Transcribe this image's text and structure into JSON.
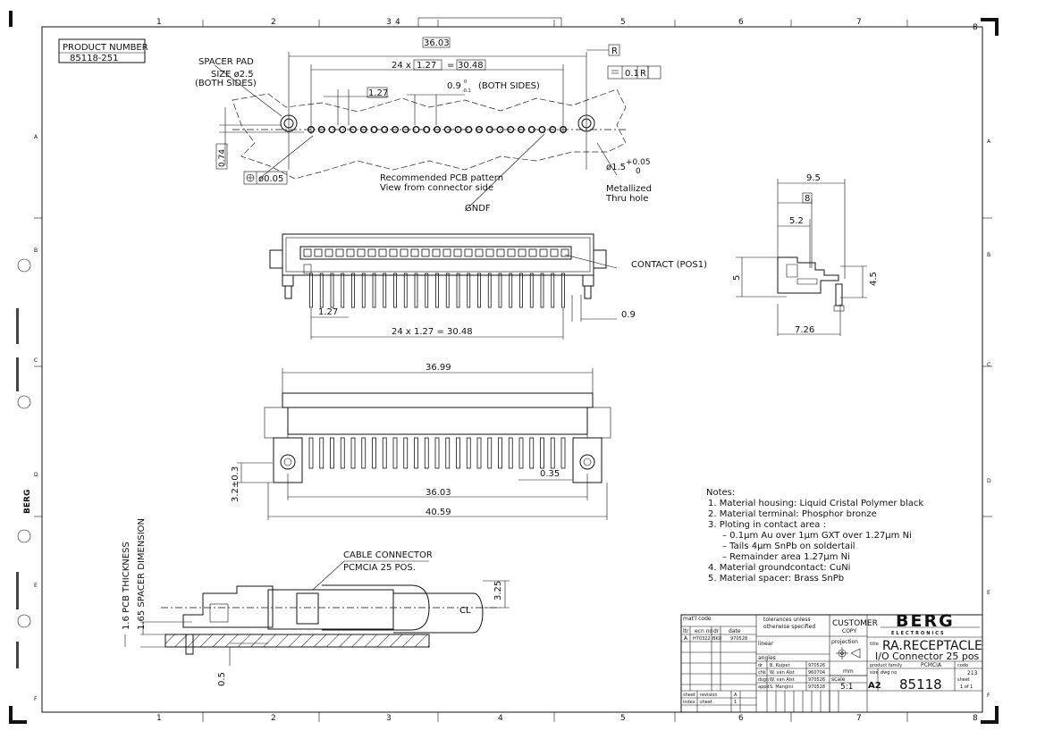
{
  "product_number": {
    "label": "PRODUCT NUMBER",
    "value": "85118-251"
  },
  "pcb_view": {
    "spacer_pad": "SPACER PAD",
    "size": "SIZE ø2.5",
    "both_sides": "(BOTH SIDES)",
    "dim_overall": "36.03",
    "dim_pitch_box": "1.27",
    "dim_pitch_total": "30.48",
    "dim_pitch_prefix": "24 x",
    "dim_pitch_eq": "=",
    "dim_pitch_small": "1.27",
    "hole_tol": "0.9",
    "hole_tol_sup": "0",
    "hole_tol_sub": "-0.1",
    "hole_tol_note": "(BOTH SIDES)",
    "datum": "R",
    "flatness": "0.1",
    "dim_074": "0.74",
    "position_tol": "ø0.05",
    "caption_1": "Recommended PCB pattern",
    "caption_2": "View from connector side",
    "metal_dia": "ø1.5",
    "metal_sup": "+0.05",
    "metal_sub": "0",
    "metallized": "Metallized",
    "thru_hole": "Thru hole",
    "gndf": "GNDF"
  },
  "front_view": {
    "contact": "CONTACT (POS1)",
    "dim_pitch": "1.27",
    "dim_total": "24 x 1.27 = 30.48",
    "dim_09": "0.9"
  },
  "side_view": {
    "dim_95": "9.5",
    "dim_8": "8",
    "dim_52": "5.2",
    "dim_5": "5",
    "dim_45": "4.5",
    "dim_726": "7.26"
  },
  "top_view": {
    "dim_3699": "36.99",
    "dim_035": "0.35",
    "dim_32": "3.2±0.3",
    "dim_3603": "36.03",
    "dim_4059": "40.59"
  },
  "section_view": {
    "pcb_thickness": "1.6 PCB THICKNESS",
    "spacer_dim": "1.65 SPACER DIMENSION",
    "cable_connector": "CABLE CONNECTOR",
    "pcmcia": "PCMCIA 25 POS.",
    "dim_325": "3.25",
    "dim_05": "0.5",
    "centerline": "CL"
  },
  "notes": {
    "title": "Notes:",
    "lines": [
      "1. Material housing: Liquid Cristal Polymer black",
      "2. Material terminal: Phosphor bronze",
      "3. Ploting in contact area :",
      "    –  0.1μm Au over 1μm GXT over 1.27μm Ni",
      "    –  Tails 4μm SnPb on soldertail",
      "    –  Remainder area 1.27μm Ni",
      "4. Material groundcontact: CuNi",
      "5. Material spacer: Brass SnPb"
    ]
  },
  "title_block": {
    "mat_code": "mat'l code",
    "ltr": "ltr",
    "ecn_no": "ecn no",
    "dr": "dr",
    "date": "date",
    "rev_ltr": "A",
    "rev_ecn": "H70322",
    "rev_dr": "BKU",
    "rev_date": "970528",
    "tolerances": "tolerances unless otherwise specified",
    "linear": "linear",
    "angles": "angles",
    "dr_lbl": "dr",
    "chk_lbl": "chk",
    "dsgn_lbl": "dsgn",
    "appd_lbl": "appd",
    "dr_name": "B. Kuiper",
    "chk_name": "W. van Alst",
    "dsgn_name": "W. van Alst",
    "appd_name": "S. Mangini",
    "dr_date": "970526",
    "chk_date": "960704",
    "dsgn_date": "970526",
    "appd_date": "970528",
    "customer_copy": "CUSTOMER COPY",
    "projection": "projection",
    "mm": "mm",
    "scale_lbl": "scale",
    "scale": "5:1",
    "company": "BERG",
    "company_sub": "ELECTRONICS",
    "title_lbl": "title",
    "title_1": "RA.RECEPTACLE",
    "title_2": "I/O Connector 25 pos",
    "product_family_lbl": "product family",
    "product_family": "PCMCIA",
    "code_lbl": "code",
    "code": "213",
    "size_lbl": "size",
    "size": "A2",
    "dwg_lbl": "dwg no",
    "dwg_no": "85118",
    "sheet_lbl": "sheet",
    "sheet": "1 of 1",
    "sheet_l": "sheet",
    "index_l": "index",
    "revision_l": "revision",
    "sheet_l2": "sheet",
    "rev_a": "A",
    "rev_1": "1"
  },
  "border": {
    "cols": [
      "1",
      "2",
      "3",
      "4",
      "5",
      "6",
      "7",
      "8"
    ],
    "rows": [
      "A",
      "B",
      "C",
      "D",
      "E",
      "F"
    ],
    "berg_side": "BERG"
  }
}
